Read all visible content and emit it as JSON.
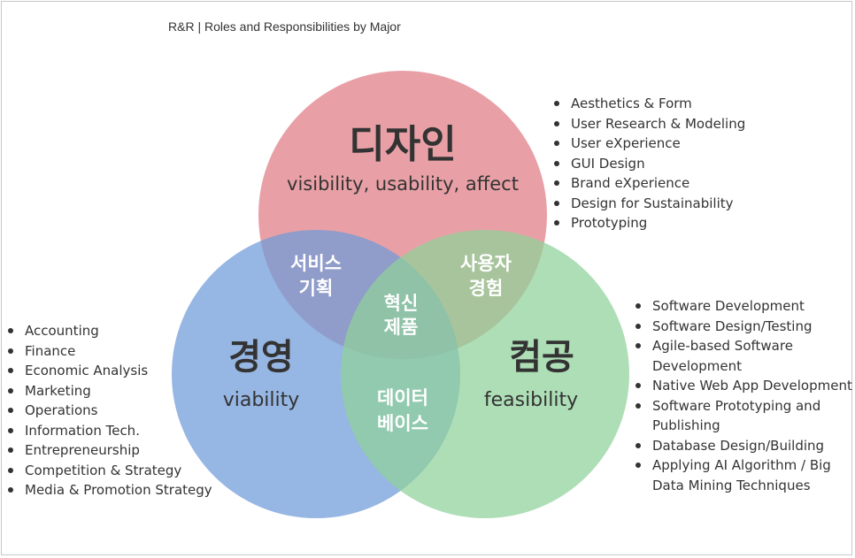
{
  "title": "R&R | Roles and Responsibilities by Major",
  "colors": {
    "design": "#e48f96",
    "business": "#6e9ad8",
    "cs": "#8fd19a",
    "text": "#333333"
  },
  "circles": {
    "design": {
      "name": "디자인",
      "subtitle": "visibility, usability, affect"
    },
    "business": {
      "name": "경영",
      "subtitle": "viability"
    },
    "cs": {
      "name": "컴공",
      "subtitle": "feasibility"
    }
  },
  "overlaps": {
    "design_business": [
      "서비스",
      "기획"
    ],
    "design_cs": [
      "사용자",
      "경험"
    ],
    "business_cs": [
      "데이터",
      "베이스"
    ],
    "center": [
      "혁신",
      "제품"
    ]
  },
  "lists": {
    "design": [
      "Aesthetics & Form",
      "User Research & Modeling",
      "User eXperience",
      "GUI Design",
      "Brand eXperience",
      "Design for Sustainability",
      "Prototyping"
    ],
    "business": [
      "Accounting",
      "Finance",
      "Economic Analysis",
      "Marketing",
      "Operations",
      "Information Tech.",
      "Entrepreneurship",
      "Competition & Strategy",
      "Media & Promotion Strategy"
    ],
    "cs": [
      "Software Development",
      "Software Design/Testing",
      "Agile-based Software Development",
      "Native Web App Development",
      "Software Prototyping and Publishing",
      "Database Design/Building",
      "Applying AI Algorithm / Big Data Mining Techniques"
    ]
  }
}
